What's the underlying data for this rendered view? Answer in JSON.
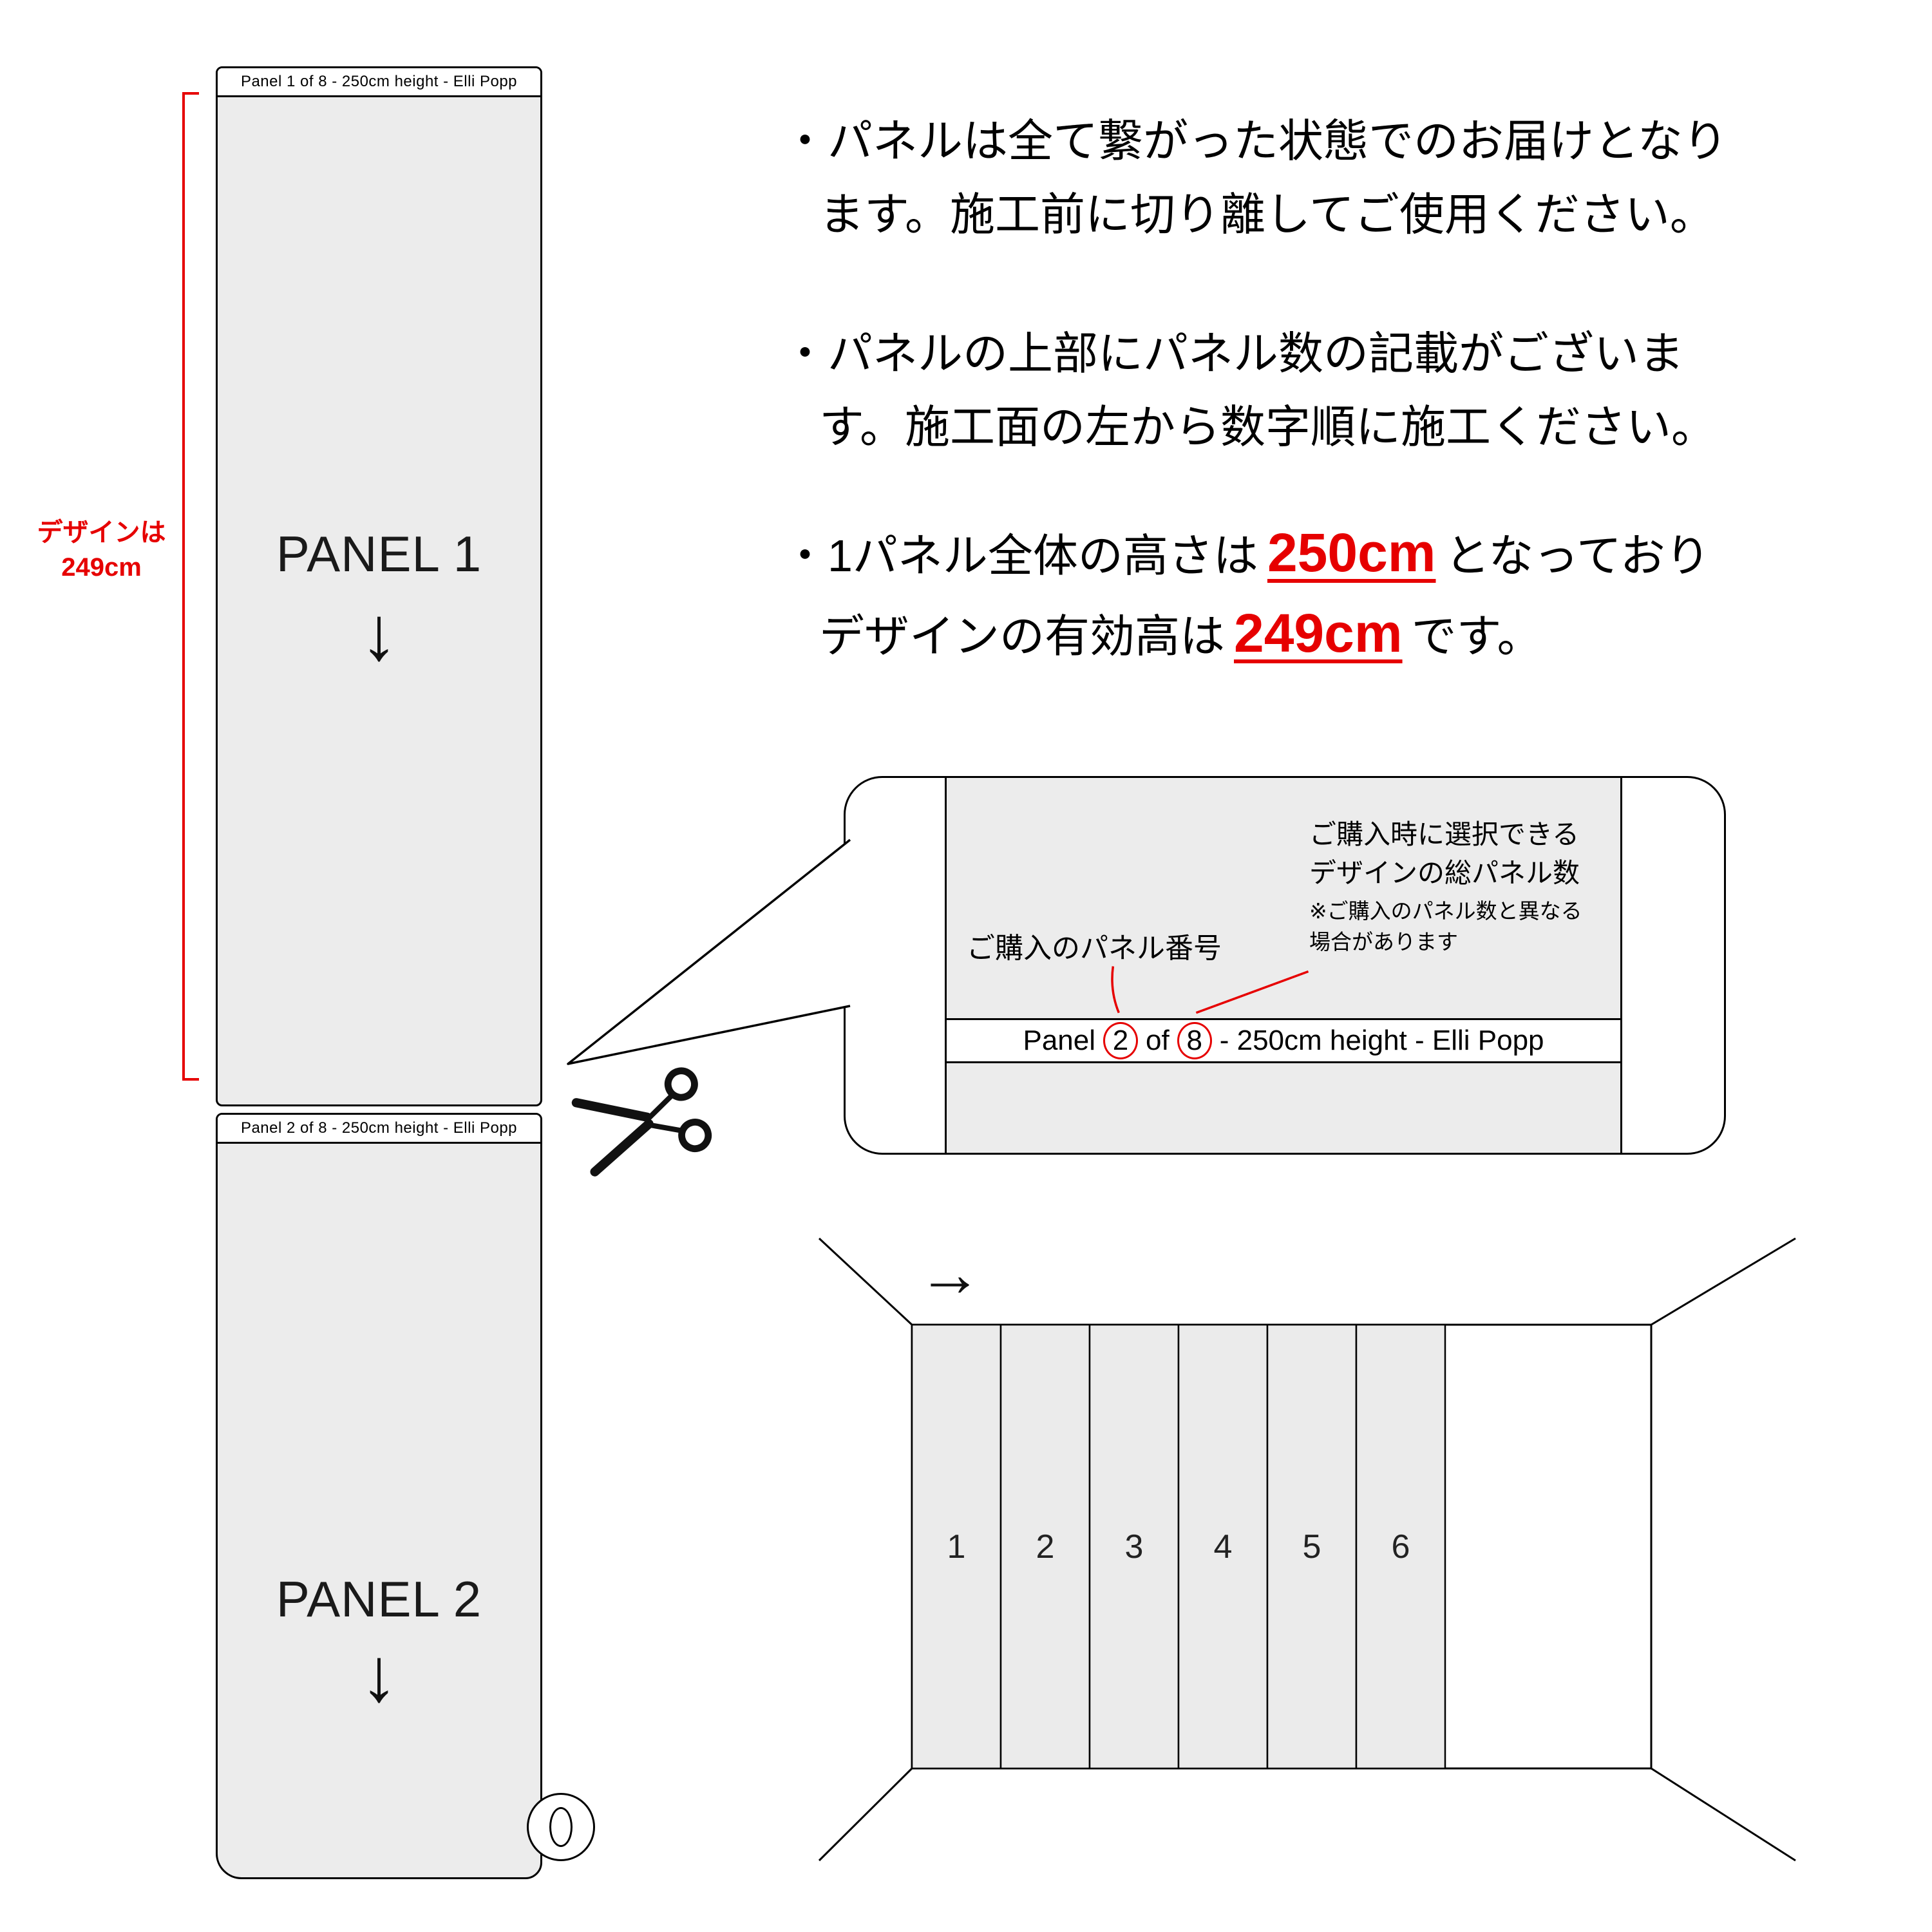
{
  "colors": {
    "accent_red": "#e60000",
    "panel_gray": "#ececec"
  },
  "left_diagram": {
    "panel1": {
      "header": "Panel 1 of 8 - 250cm height - Elli Popp",
      "label": "PANEL 1",
      "arrow": "↓"
    },
    "panel2": {
      "header": "Panel 2 of 8 - 250cm height - Elli Popp",
      "label": "PANEL 2",
      "arrow": "↓"
    },
    "design_note_line1": "デザインは",
    "design_note_line2": "249cm"
  },
  "instructions": {
    "bullet1_line1": "・パネルは全て繋がった状態でのお届けとなり",
    "bullet1_line2": "ます。施工前に切り離してご使用ください。",
    "bullet2_line1": "・パネルの上部にパネル数の記載がございま",
    "bullet2_line2": "す。施工面の左から数字順に施工ください。",
    "bullet3_line1_pre": "・1パネル全体の高さは",
    "bullet3_height_total": "250cm",
    "bullet3_line1_post": "となっており",
    "bullet3_line2_pre": "デザインの有効高は",
    "bullet3_height_design": "249cm",
    "bullet3_line2_post": "です。"
  },
  "callout": {
    "annotation_top_line1": "ご購入時に選択できる",
    "annotation_top_line2": "デザインの総パネル数",
    "annotation_note_line1": "※ご購入のパネル数と異なる",
    "annotation_note_line2": "場合があります",
    "annotation_left": "ご購入のパネル番号",
    "strip_part1": "Panel",
    "strip_number": "2",
    "strip_part2": "of",
    "strip_total": "8",
    "strip_part3": "- 250cm height - Elli Popp"
  },
  "wall_diagram": {
    "arrow": "→",
    "numbers": [
      "1",
      "2",
      "3",
      "4",
      "5",
      "6"
    ]
  }
}
